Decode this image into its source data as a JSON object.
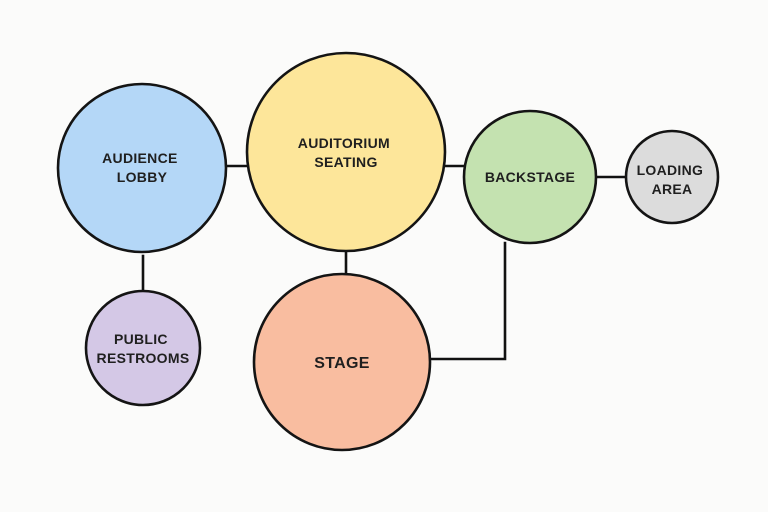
{
  "diagram": {
    "nodes": [
      {
        "id": "audience-lobby",
        "lines": [
          "AUDIENCE",
          "LOBBY"
        ],
        "color": "#b4d7f7"
      },
      {
        "id": "auditorium-seating",
        "lines": [
          "AUDITORIUM",
          "SEATING"
        ],
        "color": "#fde69a"
      },
      {
        "id": "backstage",
        "lines": [
          "BACKSTAGE"
        ],
        "color": "#c4e2b0"
      },
      {
        "id": "loading-area",
        "lines": [
          "LOADING",
          "AREA"
        ],
        "color": "#dcdcdc"
      },
      {
        "id": "public-restrooms",
        "lines": [
          "PUBLIC",
          "RESTROOMS"
        ],
        "color": "#d4c8e6"
      },
      {
        "id": "stage",
        "lines": [
          "STAGE"
        ],
        "color": "#f9bda0"
      }
    ],
    "connections": [
      {
        "from": "audience-lobby",
        "to": "auditorium-seating"
      },
      {
        "from": "auditorium-seating",
        "to": "backstage"
      },
      {
        "from": "backstage",
        "to": "loading-area"
      },
      {
        "from": "audience-lobby",
        "to": "public-restrooms"
      },
      {
        "from": "auditorium-seating",
        "to": "stage"
      },
      {
        "from": "backstage",
        "to": "stage"
      }
    ]
  }
}
